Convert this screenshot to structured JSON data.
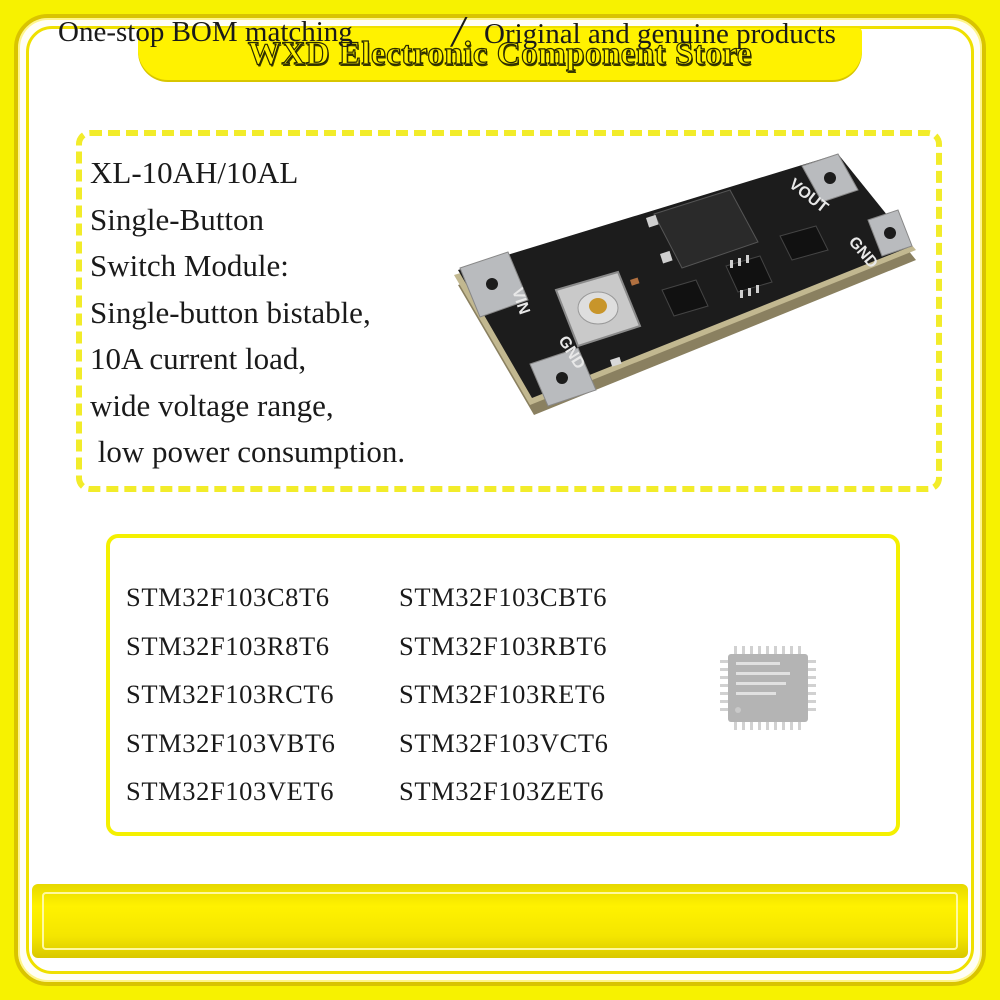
{
  "banner": {
    "title": "WXD Electronic Component Store"
  },
  "product": {
    "description_lines": [
      "XL-10AH/10AL",
      "Single-Button",
      "Switch Module:",
      "Single-button bistable,",
      "10A current load,",
      "wide voltage range,",
      " low power consumption."
    ],
    "board_labels": {
      "vin": "VIN",
      "gnd_left": "GND",
      "vout": "VOUT",
      "gnd_right": "GND"
    },
    "board_color": "#1c1c1c",
    "pad_color": "#b9bbbe"
  },
  "parts": {
    "rows": [
      [
        "STM32F103C8T6",
        "STM32F103CBT6"
      ],
      [
        "STM32F103R8T6",
        "STM32F103RBT6"
      ],
      [
        "STM32F103RCT6",
        "STM32F103RET6"
      ],
      [
        "STM32F103VBT6",
        "STM32F103VCT6"
      ],
      [
        "STM32F103VET6",
        "STM32F103ZET6"
      ]
    ],
    "chip_icon": "qfp-chip-icon"
  },
  "footer": {
    "left": "One-stop BOM matching",
    "separator": "/",
    "right": "Original and genuine products"
  },
  "colors": {
    "accent_yellow": "#fff200",
    "frame_gold": "#d9c400",
    "text": "#1a1a1a"
  }
}
